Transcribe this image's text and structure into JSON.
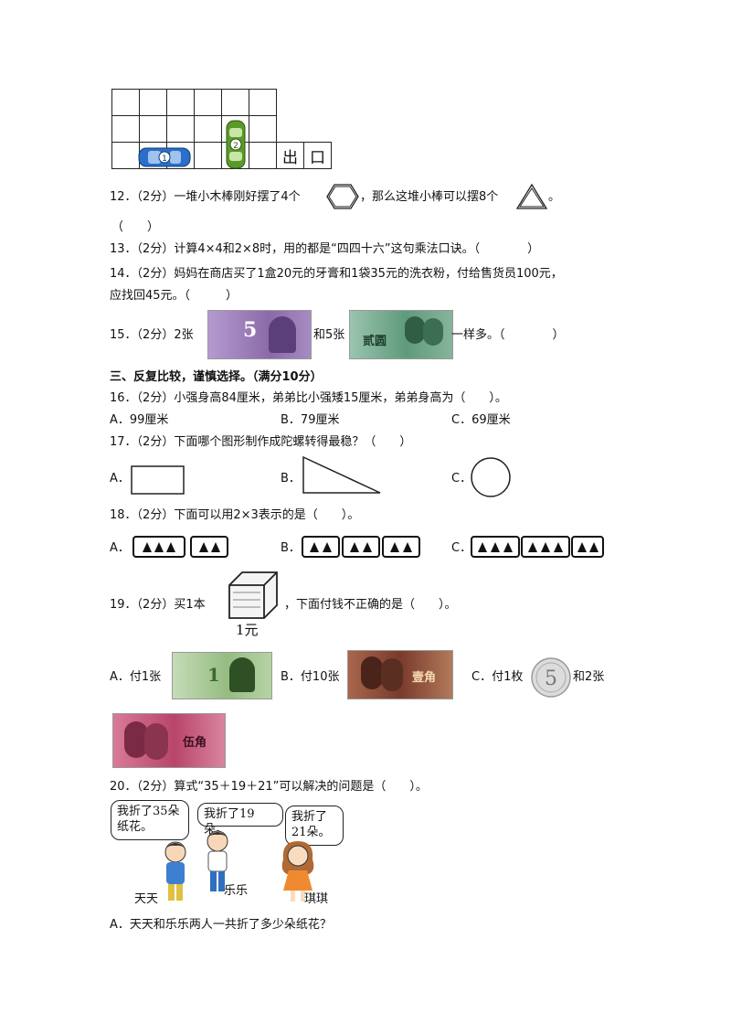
{
  "grid": {
    "exit_label": [
      "出",
      "口"
    ],
    "car1_num": "1",
    "car2_num": "2"
  },
  "q12": {
    "part1": "12．（2分）一堆小木棒刚好摆了4个",
    "part2": "，那么这堆小棒可以摆8个",
    "part3": "。",
    "paren": "（　　）"
  },
  "q13": {
    "text": "13．（2分）计算4×4和2×8时，用的都是“四四十六”这句乘法口诀。（　　　　）"
  },
  "q14": {
    "line1": "14．（2分）妈妈在商店买了1盒20元的牙膏和1袋35元的洗衣粉，付给售货员100元，",
    "line2": "应找回45元。（　　　）"
  },
  "q15": {
    "part1": "15．（2分）2张",
    "part2": "和5张",
    "part3": "一样多。（　　　　）",
    "bill5_num": "5",
    "bill2_text": "贰圆"
  },
  "section3": {
    "title": "三、反复比较，谨慎选择。（满分10分）"
  },
  "q16": {
    "text": "16．（2分）小强身高84厘米，弟弟比小强矮15厘米，弟弟身高为（　　）。",
    "a": "A．99厘米",
    "b": "B．79厘米",
    "c": "C．69厘米"
  },
  "q17": {
    "text": "17．（2分）下面哪个图形制作成陀螺转得最稳？（　　）",
    "a": "A．",
    "b": "B．",
    "c": "C．"
  },
  "q18": {
    "text": "18．（2分）下面可以用2×3表示的是（　　）。",
    "a": "A．",
    "b": "B．",
    "c": "C．"
  },
  "q19": {
    "part1": "19．（2分）买1本",
    "part2": "，下面付钱不正确的是（　　）。",
    "price": "1元",
    "a": "A．付1张",
    "b": "B．付10张",
    "c1": "C．付1枚",
    "c2": "和2张",
    "bill1_num": "1",
    "bill1jiao_text": "壹角",
    "coin_num": "5",
    "bill5jiao_text": "伍角"
  },
  "q20": {
    "text": "20．（2分）算式“35＋19＋21”可以解决的问题是（　　）。",
    "bubble1": "我折了35朵纸花。",
    "bubble2": "我折了19朵。",
    "bubble3": "我折了21朵。",
    "name1": "天天",
    "name2": "乐乐",
    "name3": "琪琪",
    "a": "A．天天和乐乐两人一共折了多少朵纸花？"
  },
  "colors": {
    "car1": "#2a6fc9",
    "car2": "#5a9a2a",
    "bill5yuan": "#9a6fb5",
    "bill2yuan": "#4a8f6a",
    "bill1yuan": "#7fa86a",
    "bill1jiao": "#8a4a3a",
    "bill5jiao": "#c04a6a"
  }
}
